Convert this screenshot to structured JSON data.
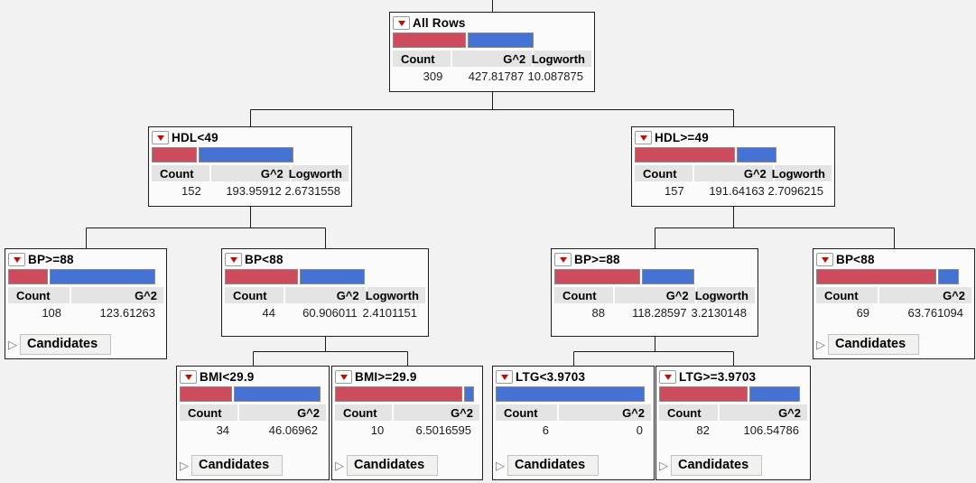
{
  "diagram": {
    "type": "decision-tree-partition",
    "background": "#f2f2f2",
    "colors": {
      "red_bar": "#cc4b5c",
      "blue_bar": "#4473d3",
      "node_bg": "#fbfbfb",
      "header_bg": "#e4e4e4",
      "node_border": "#1f1f1f",
      "connector": "#1a1a1a",
      "menu_triangle_red": "#c40d00"
    },
    "columns": {
      "count": "Count",
      "g2": "G^2",
      "logworth": "Logworth"
    },
    "candidates_label": "Candidates",
    "icons": {
      "node_menu": "red-triangle-menu-icon",
      "disclosure": "disclosure-triangle-icon"
    },
    "nodes": [
      {
        "id": "all-rows",
        "title": "All Rows",
        "parent": null,
        "stats": {
          "count": "309",
          "g2": "427.81787",
          "logworth": "10.087875"
        },
        "bar": {
          "fill_pct": 71,
          "red_pct": 52
        },
        "candidates": false
      },
      {
        "id": "hdl-lt-49",
        "title": "HDL<49",
        "parent": "all-rows",
        "stats": {
          "count": "152",
          "g2": "193.95912",
          "logworth": "2.6731558"
        },
        "bar": {
          "fill_pct": 72,
          "red_pct": 32
        },
        "candidates": false
      },
      {
        "id": "hdl-ge-49",
        "title": "HDL>=49",
        "parent": "all-rows",
        "stats": {
          "count": "157",
          "g2": "191.64163",
          "logworth": "2.7096215"
        },
        "bar": {
          "fill_pct": 72,
          "red_pct": 71
        },
        "candidates": false
      },
      {
        "id": "bp-ge-88-l",
        "title": "BP>=88",
        "parent": "hdl-lt-49",
        "stats": {
          "count": "108",
          "g2": "123.61263"
        },
        "bar": {
          "fill_pct": 95,
          "red_pct": 27
        },
        "candidates": true
      },
      {
        "id": "bp-lt-88-l",
        "title": "BP<88",
        "parent": "hdl-lt-49",
        "stats": {
          "count": "44",
          "g2": "60.906011",
          "logworth": "2.4101151"
        },
        "bar": {
          "fill_pct": 70,
          "red_pct": 52
        },
        "candidates": false
      },
      {
        "id": "bp-ge-88-r",
        "title": "BP>=88",
        "parent": "hdl-ge-49",
        "stats": {
          "count": "88",
          "g2": "118.28597",
          "logworth": "3.2130148"
        },
        "bar": {
          "fill_pct": 70,
          "red_pct": 61
        },
        "candidates": false
      },
      {
        "id": "bp-lt-88-r",
        "title": "BP<88",
        "parent": "hdl-ge-49",
        "stats": {
          "count": "69",
          "g2": "63.761094"
        },
        "bar": {
          "fill_pct": 92,
          "red_pct": 84
        },
        "candidates": true
      },
      {
        "id": "bmi-lt",
        "title": "BMI<29.9",
        "parent": "bp-lt-88-l",
        "stats": {
          "count": "34",
          "g2": "46.06962"
        },
        "bar": {
          "fill_pct": 96,
          "red_pct": 37
        },
        "candidates": true
      },
      {
        "id": "bmi-ge",
        "title": "BMI>=29.9",
        "parent": "bp-lt-88-l",
        "stats": {
          "count": "10",
          "g2": "6.5016595"
        },
        "bar": {
          "fill_pct": 96,
          "red_pct": 92
        },
        "candidates": true
      },
      {
        "id": "ltg-lt",
        "title": "LTG<3.9703",
        "parent": "bp-ge-88-r",
        "stats": {
          "count": "6",
          "g2": "0"
        },
        "bar": {
          "fill_pct": 96,
          "red_pct": 0
        },
        "candidates": true
      },
      {
        "id": "ltg-ge",
        "title": "LTG>=3.9703",
        "parent": "bp-ge-88-r",
        "stats": {
          "count": "82",
          "g2": "106.54786"
        },
        "bar": {
          "fill_pct": 95,
          "red_pct": 63
        },
        "candidates": true
      }
    ]
  }
}
